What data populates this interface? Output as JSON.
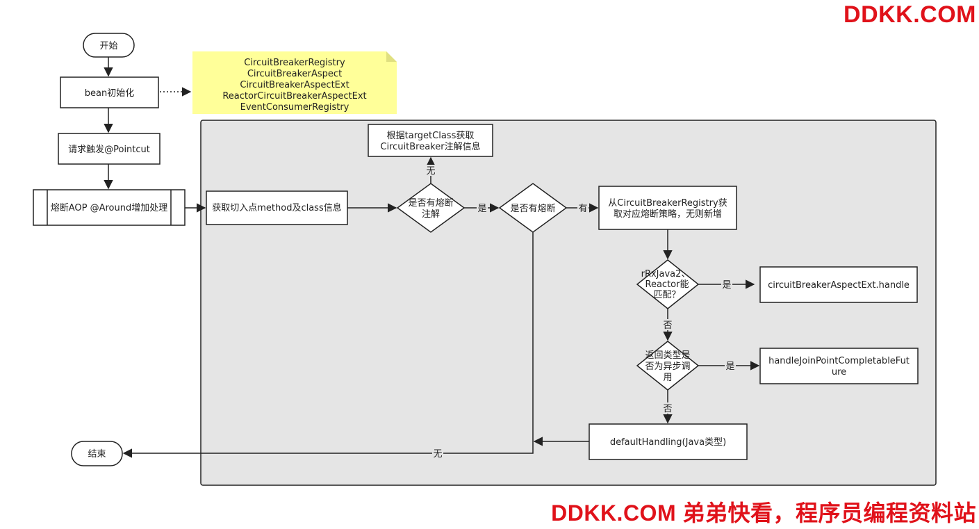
{
  "watermark": {
    "top": "DDKK.COM",
    "bottom": "DDKK.COM 弟弟快看，程序员编程资料站"
  },
  "nodes": {
    "start": "开始",
    "bean_init": "bean初始化",
    "note_lines": [
      "CircuitBreakerRegistry",
      "CircuitBreakerAspect",
      "CircuitBreakerAspectExt",
      "ReactorCircuitBreakerAspectExt",
      "EventConsumerRegistry"
    ],
    "request_trigger": "请求触发@Pointcut",
    "aop_around": "熔断AOP @Around增加处理",
    "get_method_info": "获取切入点method及class信息",
    "get_annotation_lines": [
      "根据targetClass获取",
      "CircuitBreaker注解信息"
    ],
    "has_annotation_lines": [
      "是否有熔断",
      "注解"
    ],
    "has_breaker": "是否有熔断",
    "get_strategy_lines": [
      "从CircuitBreakerRegistry获",
      "取对应熔断策略，无则新增"
    ],
    "rx_match_lines": [
      "rRxJava2、",
      "Reactor能",
      "匹配？"
    ],
    "ext_handle": "circuitBreakerAspectExt.handle",
    "async_check_lines": [
      "返回类型是",
      "否为异步调",
      "用"
    ],
    "completable_future_lines": [
      "handleJoinPointCompletableFut",
      "ure"
    ],
    "default_handling": "defaultHandling(Java类型)",
    "end": "结束"
  },
  "edge_labels": {
    "no_annotation": "无",
    "yes_annotation": "是",
    "has_breaker_yes": "有",
    "rx_yes": "是",
    "rx_no": "否",
    "async_yes": "是",
    "async_no": "否",
    "no_breaker": "无"
  },
  "colors": {
    "note_fill": "#ffff99",
    "group_fill": "#e5e5e5",
    "node_fill": "#ffffff",
    "stroke": "#222222",
    "watermark": "#e0121a"
  }
}
